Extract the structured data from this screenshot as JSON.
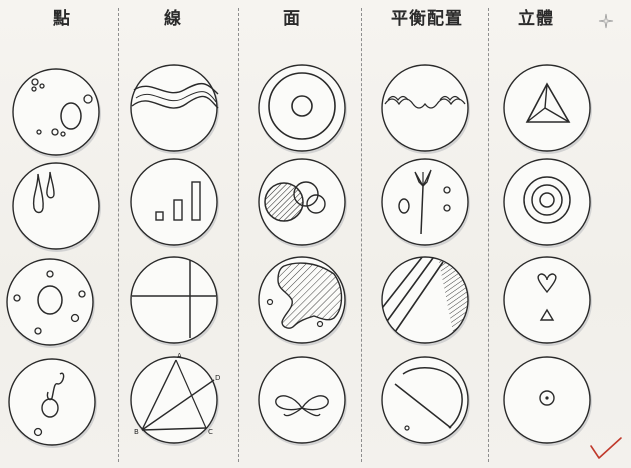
{
  "headers": {
    "col1": "點",
    "col2": "線",
    "col3": "面",
    "col4": "平衡配置",
    "col5": "立體"
  },
  "diagram_labels": {
    "A": "A",
    "B": "B",
    "C": "C",
    "D": "D"
  },
  "colors": {
    "ink": "#2a2a2a",
    "disc_fill": "#fbfbf9",
    "disc_shadow": "#cfcfcf",
    "divider": "#8e8e8e",
    "checkmark": "#c0392b"
  }
}
